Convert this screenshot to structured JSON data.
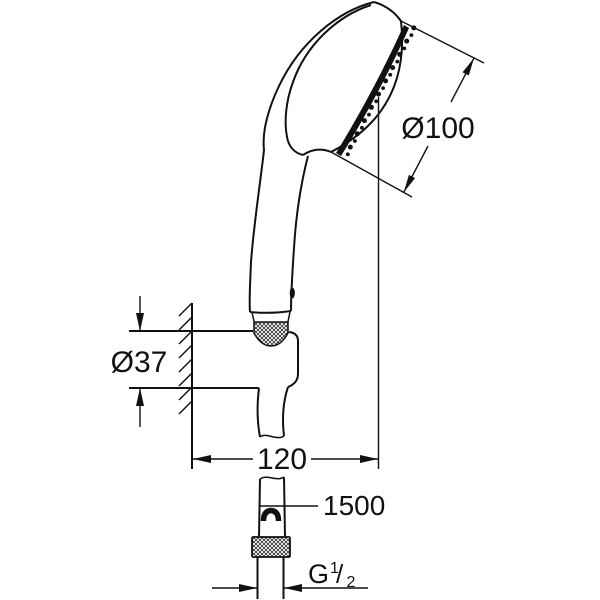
{
  "drawing": {
    "labels": {
      "head_diameter": "Ø100",
      "holder_diameter": "Ø37",
      "wall_to_axis": "120",
      "hose_length": "1500",
      "thread": {
        "prefix": "G",
        "numerator": "1",
        "slash": "/",
        "denominator": "2"
      }
    },
    "colors": {
      "ink": "#111111",
      "background": "#ffffff"
    }
  }
}
